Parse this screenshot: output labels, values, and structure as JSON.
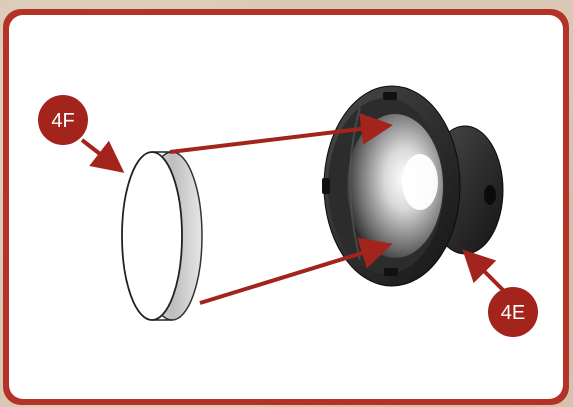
{
  "callouts": [
    {
      "id": "4F",
      "label": "4F",
      "color": "#a3231d"
    },
    {
      "id": "4E",
      "label": "4E",
      "color": "#a3231d"
    }
  ],
  "colors": {
    "frame": "#b43226",
    "panel": "#ffffff",
    "arrow": "#a3231d",
    "part_dark": "#2a2a2a"
  }
}
